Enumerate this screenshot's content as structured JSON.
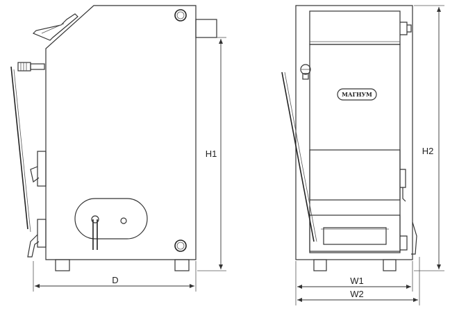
{
  "dimensions": {
    "depth_label": "D",
    "height_side_label": "H1",
    "height_front_label": "H2",
    "width_inner_label": "W1",
    "width_outer_label": "W2"
  },
  "brand_plate": {
    "text": "МАГНУМ"
  },
  "colors": {
    "line": "#333333",
    "background": "#ffffff"
  }
}
